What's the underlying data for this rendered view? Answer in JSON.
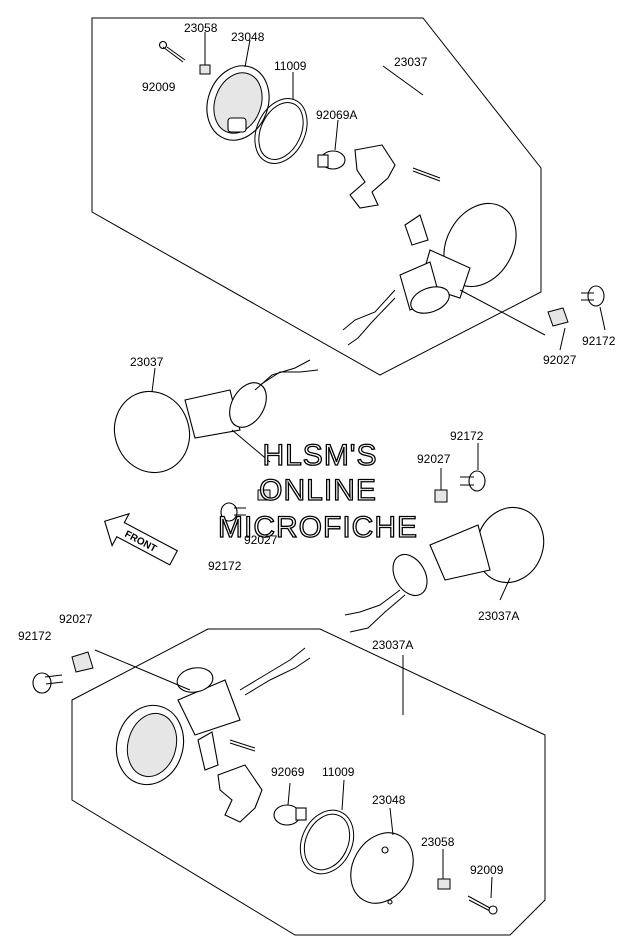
{
  "labels": {
    "top_23058": "23058",
    "top_23048": "23048",
    "top_11009": "11009",
    "top_92009": "92009",
    "top_23037": "23037",
    "top_92069A": "92069A",
    "top_92027": "92027",
    "top_92172": "92172",
    "mid_23037": "23037",
    "mid_92172_right": "92172",
    "mid_92027_right": "92027",
    "mid_92027_left": "92027",
    "mid_92172_left": "92172",
    "mid_23037A": "23037A",
    "bot_92027": "92027",
    "bot_92172": "92172",
    "bot_23037A": "23037A",
    "bot_92069": "92069",
    "bot_11009": "11009",
    "bot_23048": "23048",
    "bot_23058": "23058",
    "bot_92009": "92009"
  },
  "watermark": {
    "line1": "HLSM'S",
    "line2": "ONLINE",
    "line3": "MICROFICHE"
  },
  "front_arrow": "FRONT"
}
